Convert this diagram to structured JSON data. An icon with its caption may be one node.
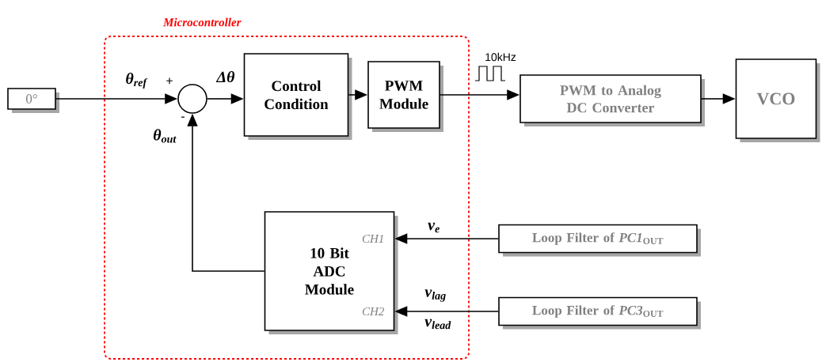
{
  "diagram": {
    "nodes": [
      {
        "text": [
          "Microcontroller"
        ]
      },
      {
        "text": [
          "0°"
        ]
      },
      {
        "text": [],
        "shape": "circle",
        "in": 0
      },
      {
        "text": [
          "Control Condition"
        ],
        "in": 0
      },
      {
        "text": [
          "PWM Module"
        ],
        "in": 0
      },
      {
        "text": [
          "PWM to Analog DC Converter"
        ]
      },
      {
        "text": [
          "VCO"
        ]
      },
      {
        "text": [
          "CH1",
          "10 Bit ADC Module",
          "CH2"
        ],
        "in": 0
      },
      {
        "text": [
          "Loop Filter of *PC1*$_{OUT}$"
        ]
      },
      {
        "text": [
          "Loop Filter of *PC3*$_{OUT}$"
        ]
      }
    ],
    "edges": [
      {
        "from": 1,
        "to": 2,
        "arrow": "to",
        "label": "θ$_{ref}$"
      },
      {
        "from": 2,
        "to": 3,
        "arrow": "to",
        "label": "Δθ"
      },
      {
        "from": 3,
        "to": 4,
        "arrow": "to"
      },
      {
        "from": 4,
        "to": 5,
        "arrow": "to",
        "label": "10kHz"
      },
      {
        "from": 5,
        "to": 6,
        "arrow": "to"
      },
      {
        "from": 7,
        "to": 2,
        "arrow": "to",
        "label": "θ$_{out}$"
      },
      {
        "from": 8,
        "to": 7,
        "arrow": "to",
        "label": "v$_{e}$"
      },
      {
        "from": 9,
        "to": 7,
        "arrow": "to",
        "label": "v$_{lag}$"
      }
    ],
    "labels": [
      "+",
      "-",
      "v$_{lead}$"
    ]
  }
}
